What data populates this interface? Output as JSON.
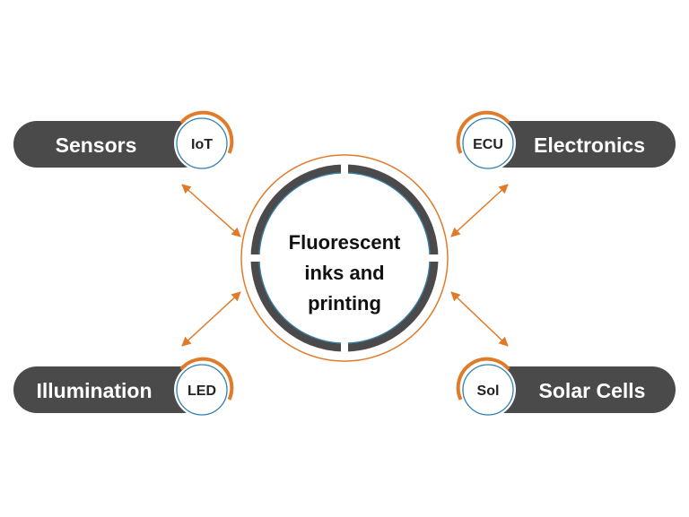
{
  "center": {
    "lines": [
      "Fluorescent",
      "inks and",
      "printing"
    ]
  },
  "nodes": [
    {
      "id": "sensors",
      "label": "Sensors",
      "badge": "IoT"
    },
    {
      "id": "electronics",
      "label": "Electronics",
      "badge": "ECU"
    },
    {
      "id": "illumination",
      "label": "Illumination",
      "badge": "LED"
    },
    {
      "id": "solar-cells",
      "label": "Solar Cells",
      "badge": "Sol"
    }
  ],
  "colors": {
    "pill": "#4a4a4a",
    "accent": "#e07b2a",
    "ring_blue": "#2f7fb0",
    "badge_text": "#222222",
    "background": "#ffffff"
  }
}
